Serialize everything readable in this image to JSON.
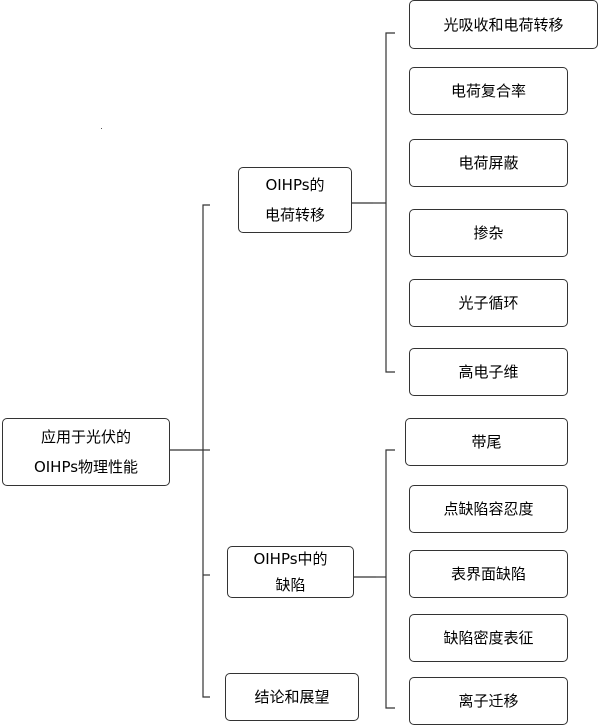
{
  "root": {
    "line1": "应用于光伏的",
    "line2": "OIHPs物理性能"
  },
  "branches": {
    "charge_transfer": {
      "line1": "OIHPs的",
      "line2": "电荷转移",
      "leaves": [
        "光吸收和电荷转移",
        "电荷复合率",
        "电荷屏蔽",
        "掺杂",
        "光子循环",
        "高电子维"
      ]
    },
    "defects": {
      "line1": "OIHPs中的",
      "line2": "缺陷",
      "leaves": [
        "带尾",
        "点缺陷容忍度",
        "表界面缺陷",
        "缺陷密度表征",
        "离子迁移"
      ]
    },
    "conclusion": {
      "label": "结论和展望"
    }
  }
}
